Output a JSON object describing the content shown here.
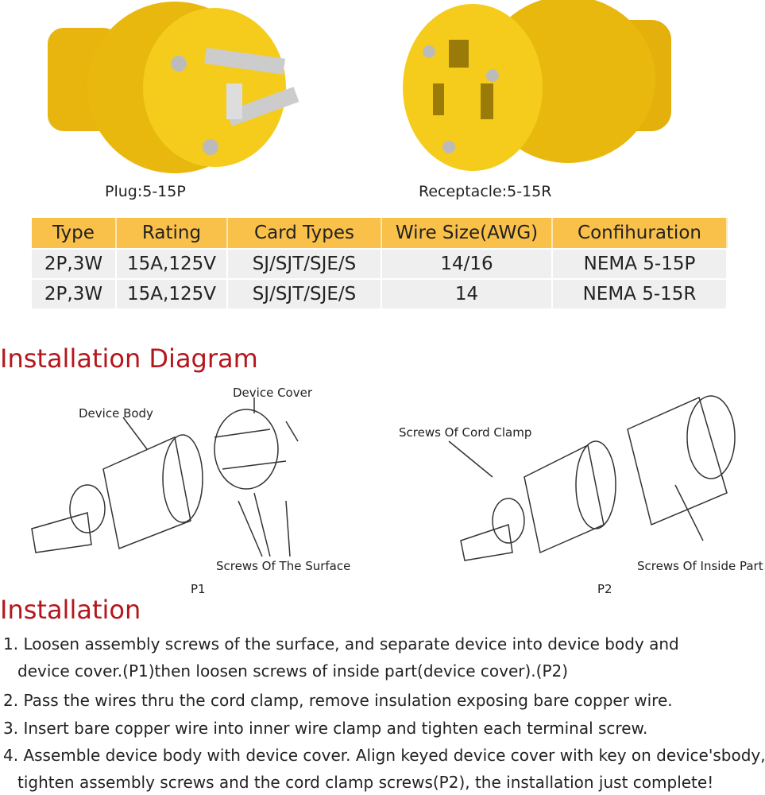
{
  "products": [
    {
      "caption": "Plug:5-15P"
    },
    {
      "caption": "Receptacle:5-15R"
    }
  ],
  "table": {
    "headers": [
      "Type",
      "Rating",
      "Card Types",
      "Wire Size(AWG)",
      "Confihuration"
    ],
    "rows": [
      [
        "2P,3W",
        "15A,125V",
        "SJ/SJT/SJE/S",
        "14/16",
        "NEMA 5-15P"
      ],
      [
        "2P,3W",
        "15A,125V",
        "SJ/SJT/SJE/S",
        "14",
        "NEMA 5-15R"
      ]
    ]
  },
  "diagram": {
    "title": "Installation Diagram",
    "labels": {
      "device_body": "Device Body",
      "device_cover": "Device Cover",
      "screws_surface": "Screws Of The Surface",
      "screws_clamp": "Screws Of Cord Clamp",
      "screws_inside": "Screws Of Inside Part",
      "p1": "P1",
      "p2": "P2"
    }
  },
  "installation": {
    "title": "Installation",
    "steps": [
      "1. Loosen assembly screws of the surface, and separate device into device body and",
      "device cover.(P1)then loosen screws of inside part(device cover).(P2)",
      "2. Pass the wires thru the cord clamp, remove insulation exposing bare copper wire.",
      "3. Insert bare copper wire into inner wire clamp and tighten each terminal screw.",
      "4. Assemble device body with device cover. Align keyed device cover with key on device'sbody,",
      "tighten assembly screws and the cord clamp screws(P2), the installation just complete!"
    ]
  },
  "colors": {
    "header": "#f9c04a",
    "title": "#b5161c",
    "plug": "#f2c61a"
  }
}
